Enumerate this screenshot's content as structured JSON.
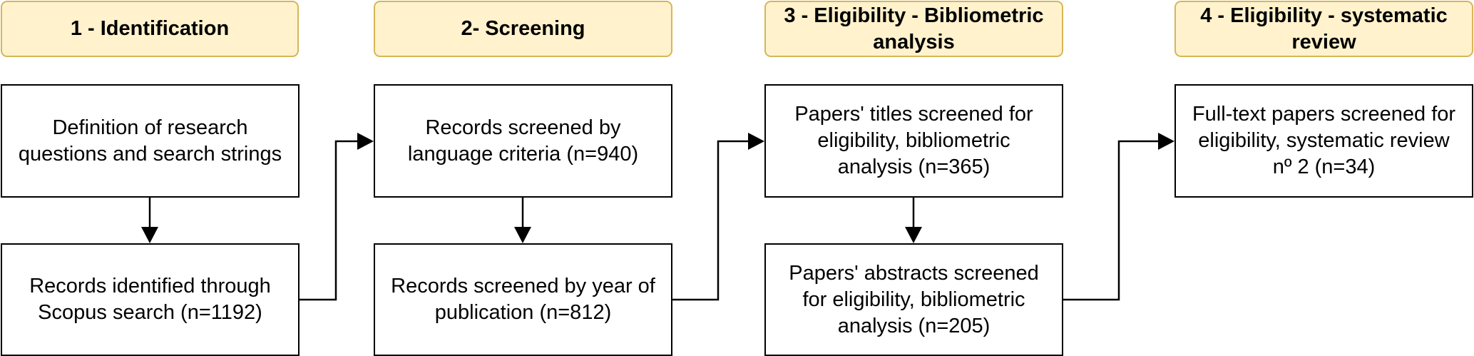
{
  "stages": [
    {
      "header": "1 - Identification",
      "steps": [
        "Definition of research\nquestions and search strings",
        "Records identified through\nScopus search (n=1192)"
      ]
    },
    {
      "header": "2- Screening",
      "steps": [
        "Records screened by\nlanguage criteria (n=940)",
        "Records screened by year of\npublication (n=812)"
      ]
    },
    {
      "header": "3 - Eligibility - Bibliometric\nanalysis",
      "steps": [
        "Papers' titles screened for\neligibility, bibliometric\nanalysis  (n=365)",
        "Papers' abstracts screened\nfor eligibility, bibliometric\nanalysis (n=205)"
      ]
    },
    {
      "header": "4 - Eligibility - systematic\nreview",
      "steps": [
        "Full-text papers screened for\neligibility, systematic review\nnº 2 (n=34)"
      ]
    }
  ],
  "colors": {
    "header_fill": "#fff2cc",
    "header_border": "#d6b656",
    "box_border": "#000000",
    "arrow": "#000000"
  }
}
